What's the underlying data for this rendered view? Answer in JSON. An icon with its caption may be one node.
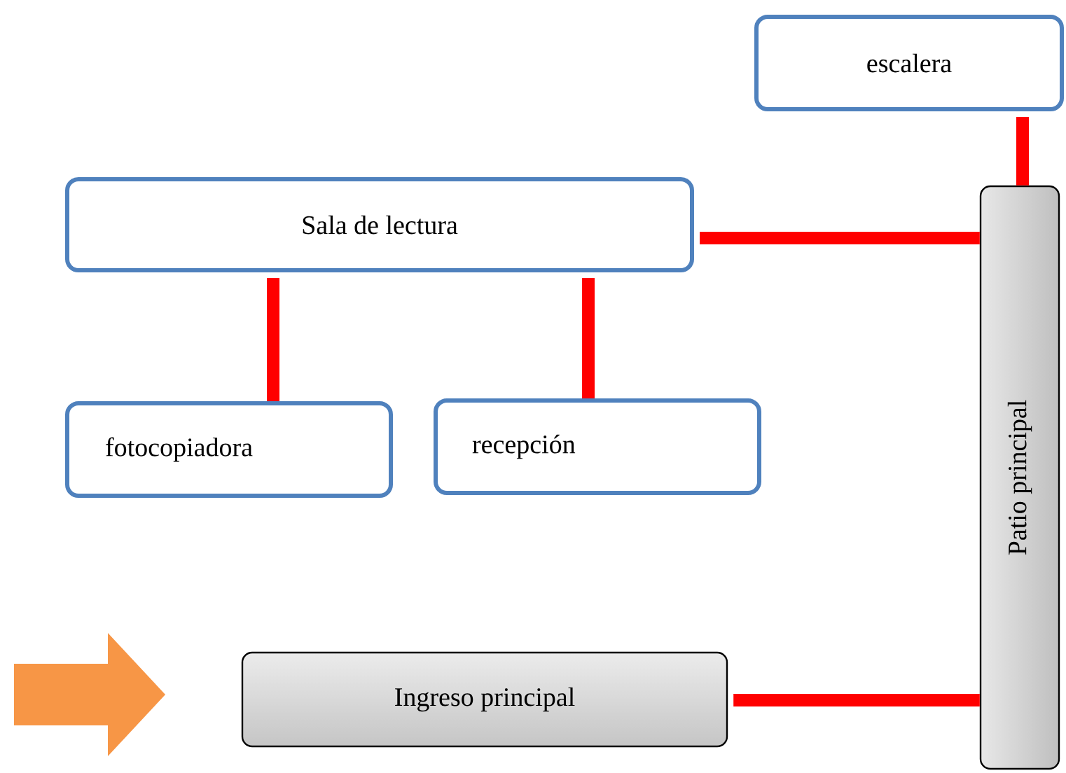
{
  "diagram": {
    "nodes": [
      {
        "text": [
          "escalera"
        ]
      },
      {
        "text": [
          "Sala de lectura"
        ]
      },
      {
        "text": [
          "Patio principal"
        ]
      },
      {
        "text": [
          "fotocopiadora"
        ]
      },
      {
        "text": [
          "recepción"
        ]
      },
      {
        "text": [
          "Ingreso principal"
        ]
      }
    ],
    "edges": [
      {
        "from": 0,
        "to": 2,
        "arrow": "none"
      },
      {
        "from": 1,
        "to": 2,
        "arrow": "none"
      },
      {
        "from": 1,
        "to": 3,
        "arrow": "none"
      },
      {
        "from": 1,
        "to": 4,
        "arrow": "none"
      },
      {
        "from": 5,
        "to": 2,
        "arrow": "none"
      }
    ]
  }
}
